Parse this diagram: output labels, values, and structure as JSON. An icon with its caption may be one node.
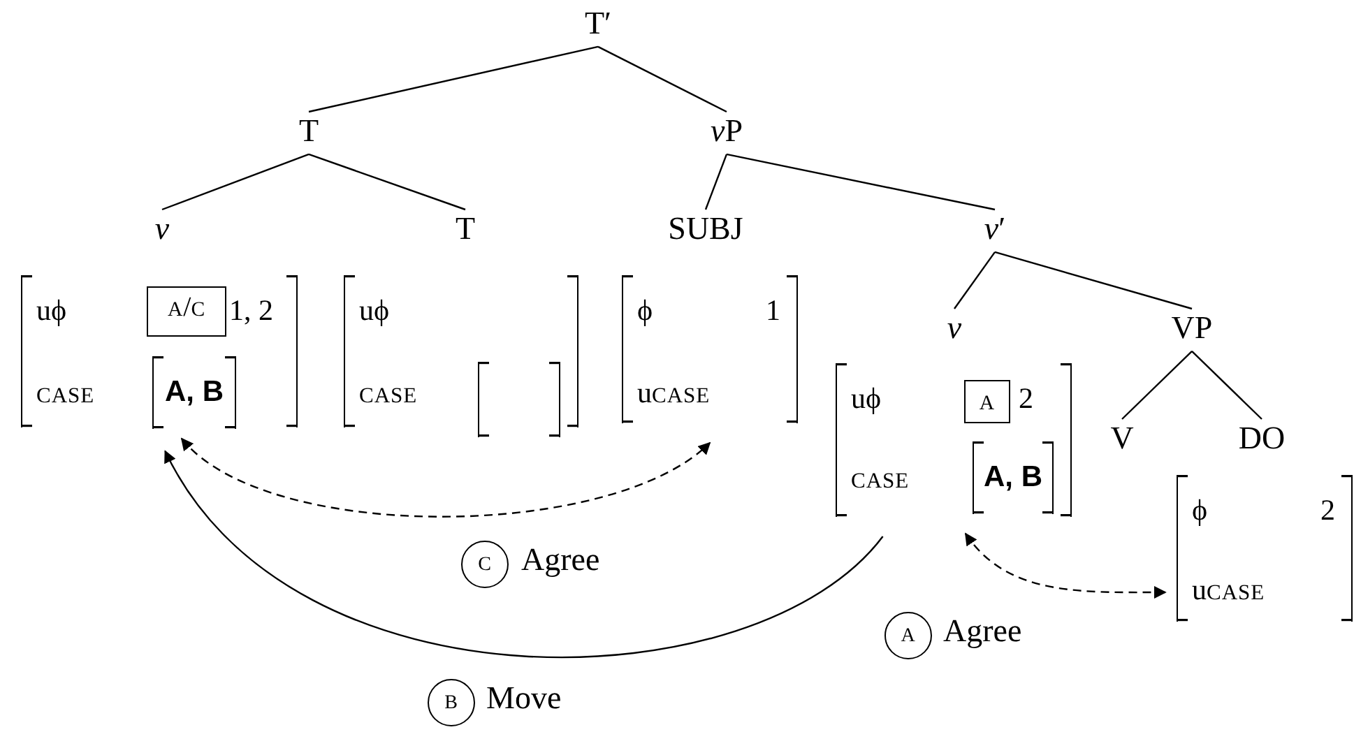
{
  "diagram": {
    "nodes": [
      {
        "text": [
          "T′"
        ]
      },
      {
        "text": [
          "T"
        ]
      },
      {
        "text": [
          "vP"
        ]
      },
      {
        "text": [
          "v"
        ]
      },
      {
        "text": [
          "T"
        ]
      },
      {
        "text": [
          "SUBJ"
        ]
      },
      {
        "text": [
          "v′"
        ]
      },
      {
        "text": [
          "uϕ",
          "1, 2",
          "CASE"
        ]
      },
      {
        "text": [
          "A/C"
        ],
        "in": 7
      },
      {
        "text": [
          "A, B"
        ],
        "in": 7
      },
      {
        "text": [
          "uϕ",
          "CASE"
        ]
      },
      {
        "text": [],
        "shape": "bracket",
        "in": 10
      },
      {
        "text": [
          "ϕ",
          "1",
          "uCASE"
        ]
      },
      {
        "text": [
          "v"
        ]
      },
      {
        "text": [
          "VP"
        ]
      },
      {
        "text": [
          "uϕ",
          "2",
          "CASE"
        ]
      },
      {
        "text": [
          "A"
        ],
        "in": 15
      },
      {
        "text": [
          "A, B"
        ],
        "in": 15
      },
      {
        "text": [
          "V"
        ]
      },
      {
        "text": [
          "DO"
        ]
      },
      {
        "text": [
          "ϕ",
          "2",
          "uCASE"
        ]
      },
      {
        "text": [
          "C"
        ],
        "beside": [
          "Agree"
        ]
      },
      {
        "text": [
          "A"
        ],
        "beside": [
          "Agree"
        ]
      },
      {
        "text": [
          "B"
        ],
        "beside": [
          "Move"
        ]
      }
    ],
    "edges": [
      {
        "from": 0,
        "to": 1,
        "arrow": "none"
      },
      {
        "from": 0,
        "to": 2,
        "arrow": "none"
      },
      {
        "from": 1,
        "to": 3,
        "arrow": "none"
      },
      {
        "from": 1,
        "to": 4,
        "arrow": "none"
      },
      {
        "from": 2,
        "to": 5,
        "arrow": "none"
      },
      {
        "from": 2,
        "to": 6,
        "arrow": "none"
      },
      {
        "from": 6,
        "to": 13,
        "arrow": "none"
      },
      {
        "from": 6,
        "to": 14,
        "arrow": "none"
      },
      {
        "from": 14,
        "to": 18,
        "arrow": "none"
      },
      {
        "from": 14,
        "to": 19,
        "arrow": "none"
      },
      {
        "from": 9,
        "to": 12,
        "arrow": "both",
        "style": "dashed"
      },
      {
        "from": 15,
        "to": 9,
        "arrow": "to"
      },
      {
        "from": 17,
        "to": 20,
        "arrow": "both",
        "style": "dashed"
      }
    ]
  }
}
